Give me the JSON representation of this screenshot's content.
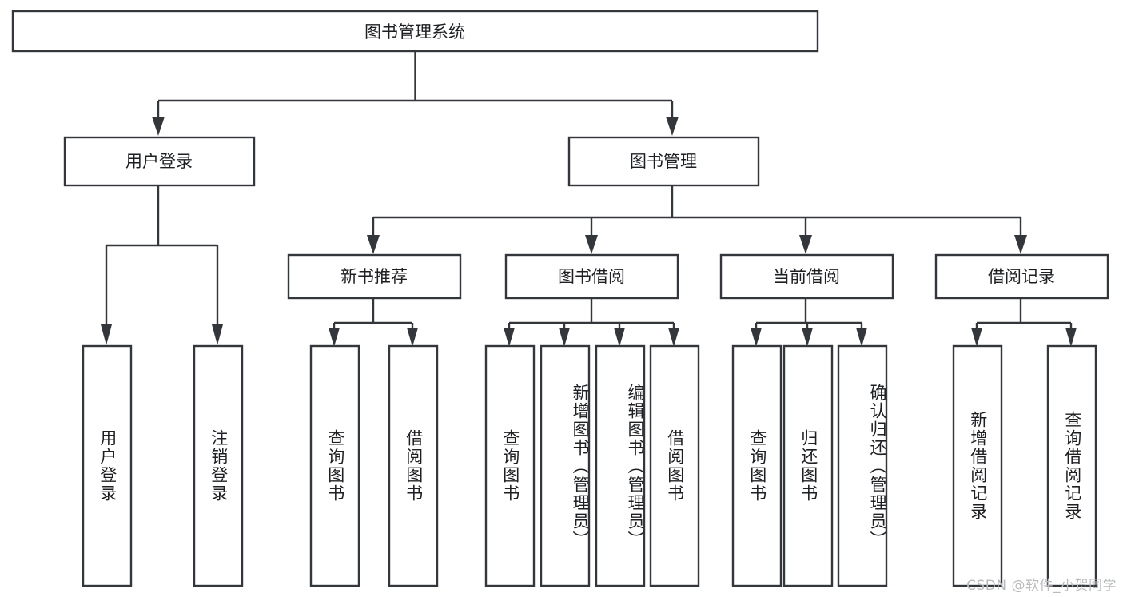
{
  "diagram": {
    "title": "图书管理系统",
    "type": "tree",
    "orientation": "top-down",
    "colors": {
      "background": "#ffffff",
      "box_stroke": "#33363b",
      "box_fill": "#ffffff",
      "connector": "#33363b",
      "text": "#1d1f23",
      "watermark": "#b9bbbe"
    },
    "root": {
      "id": "root",
      "label": "图书管理系统",
      "orientation": "horizontal"
    },
    "level1": [
      {
        "id": "user-login",
        "label": "用户登录",
        "orientation": "horizontal"
      },
      {
        "id": "book-manage",
        "label": "图书管理",
        "orientation": "horizontal"
      }
    ],
    "level2": [
      {
        "id": "new-book-recommend",
        "label": "新书推荐",
        "parent": "book-manage",
        "orientation": "horizontal"
      },
      {
        "id": "book-borrow",
        "label": "图书借阅",
        "parent": "book-manage",
        "orientation": "horizontal"
      },
      {
        "id": "current-borrow",
        "label": "当前借阅",
        "parent": "book-manage",
        "orientation": "horizontal"
      },
      {
        "id": "borrow-record",
        "label": "借阅记录",
        "parent": "book-manage",
        "orientation": "horizontal"
      }
    ],
    "leaves": [
      {
        "id": "leaf-user-login",
        "label": "用户登录",
        "parent": "user-login",
        "orientation": "vertical"
      },
      {
        "id": "leaf-user-logout",
        "label": "注销登录",
        "parent": "user-login",
        "orientation": "vertical"
      },
      {
        "id": "leaf-query-book-1",
        "label": "查询图书",
        "parent": "new-book-recommend",
        "orientation": "vertical"
      },
      {
        "id": "leaf-borrow-book-1",
        "label": "借阅图书",
        "parent": "new-book-recommend",
        "orientation": "vertical"
      },
      {
        "id": "leaf-query-book-2",
        "label": "查询图书",
        "parent": "book-borrow",
        "orientation": "vertical"
      },
      {
        "id": "leaf-add-book",
        "label": "新增图书（管理员）",
        "parent": "book-borrow",
        "orientation": "vertical"
      },
      {
        "id": "leaf-edit-book",
        "label": "编辑图书（管理员）",
        "parent": "book-borrow",
        "orientation": "vertical"
      },
      {
        "id": "leaf-borrow-book-2",
        "label": "借阅图书",
        "parent": "book-borrow",
        "orientation": "vertical"
      },
      {
        "id": "leaf-query-book-3",
        "label": "查询图书",
        "parent": "current-borrow",
        "orientation": "vertical"
      },
      {
        "id": "leaf-return-book",
        "label": "归还图书",
        "parent": "current-borrow",
        "orientation": "vertical"
      },
      {
        "id": "leaf-confirm-return",
        "label": "确认归还（管理员）",
        "parent": "current-borrow",
        "orientation": "vertical"
      },
      {
        "id": "leaf-add-record",
        "label": "新增借阅记录",
        "parent": "borrow-record",
        "orientation": "vertical"
      },
      {
        "id": "leaf-query-record",
        "label": "查询借阅记录",
        "parent": "borrow-record",
        "orientation": "vertical"
      }
    ],
    "watermark": "CSDN @软件_小贺同学"
  }
}
